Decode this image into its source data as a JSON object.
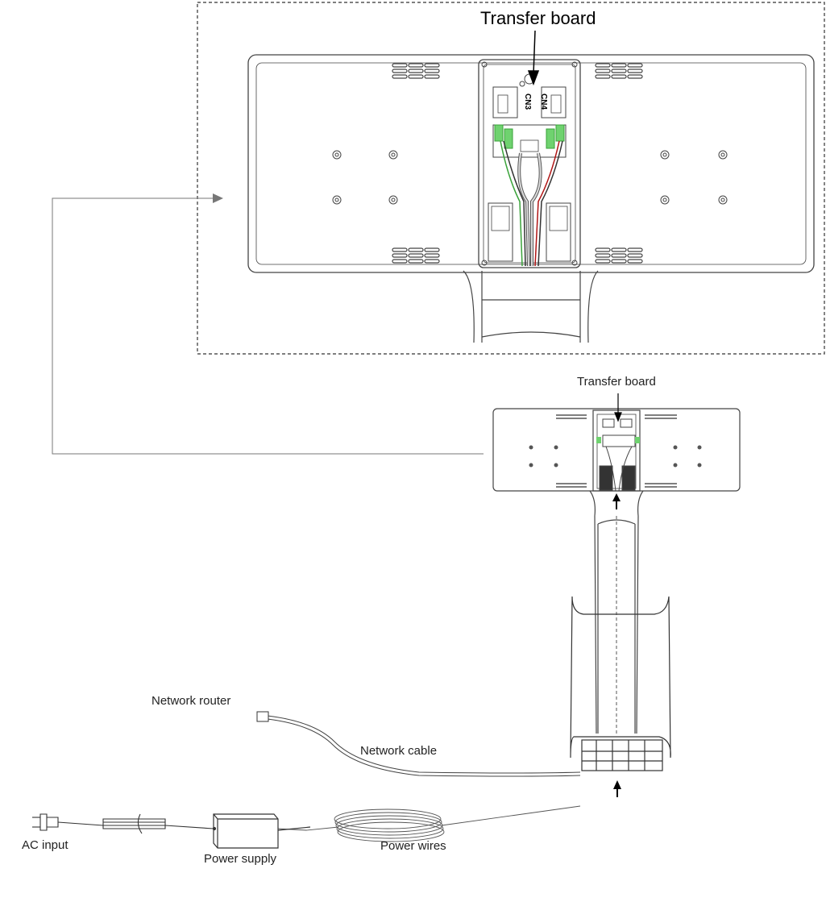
{
  "labels": {
    "transfer_board_zoom": "Transfer board",
    "transfer_board": "Transfer board",
    "network_router": "Network router",
    "network_cable": "Network cable",
    "ac_input": "AC input",
    "power_supply": "Power supply",
    "power_wires": "Power wires",
    "cn3": "CN3",
    "cn4": "CN4"
  },
  "colors": {
    "outline": "#333333",
    "green_wire": "#3aa33a",
    "red_wire": "#b01515",
    "connector_green": "#6fd26f",
    "arrow_gray": "#777777"
  }
}
